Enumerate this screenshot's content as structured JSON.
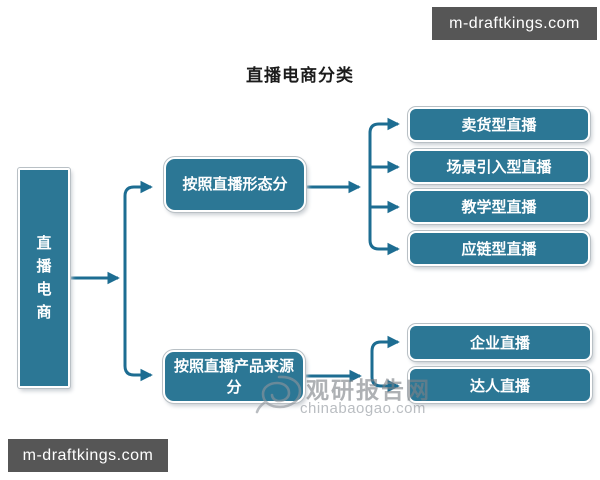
{
  "title": "直播电商分类",
  "badges": {
    "top_right": "m-draftkings.com",
    "bottom_left": "m-draftkings.com"
  },
  "diagram": {
    "root": {
      "label": "直播电商"
    },
    "branches": [
      {
        "label": "按照直播形态分",
        "children": [
          {
            "label": "卖货型直播"
          },
          {
            "label": "场景引入型直播"
          },
          {
            "label": "教学型直播"
          },
          {
            "label": "应链型直播"
          }
        ]
      },
      {
        "label": "按照直播产品来源分",
        "children": [
          {
            "label": "企业直播"
          },
          {
            "label": "达人直播"
          }
        ]
      }
    ]
  },
  "watermark": {
    "site_name": "观研报告网",
    "site_domain": "chinabaogao.com",
    "logo": "swirl-galaxy-icon"
  },
  "colors": {
    "node_fill": "#2c7795",
    "node_text": "#ffffff",
    "connector": "#1d6d92",
    "badge_bg": "#565656",
    "badge_text": "#ffffff",
    "watermark_gray": "#8f959c",
    "title_text": "#1c1c1c"
  }
}
